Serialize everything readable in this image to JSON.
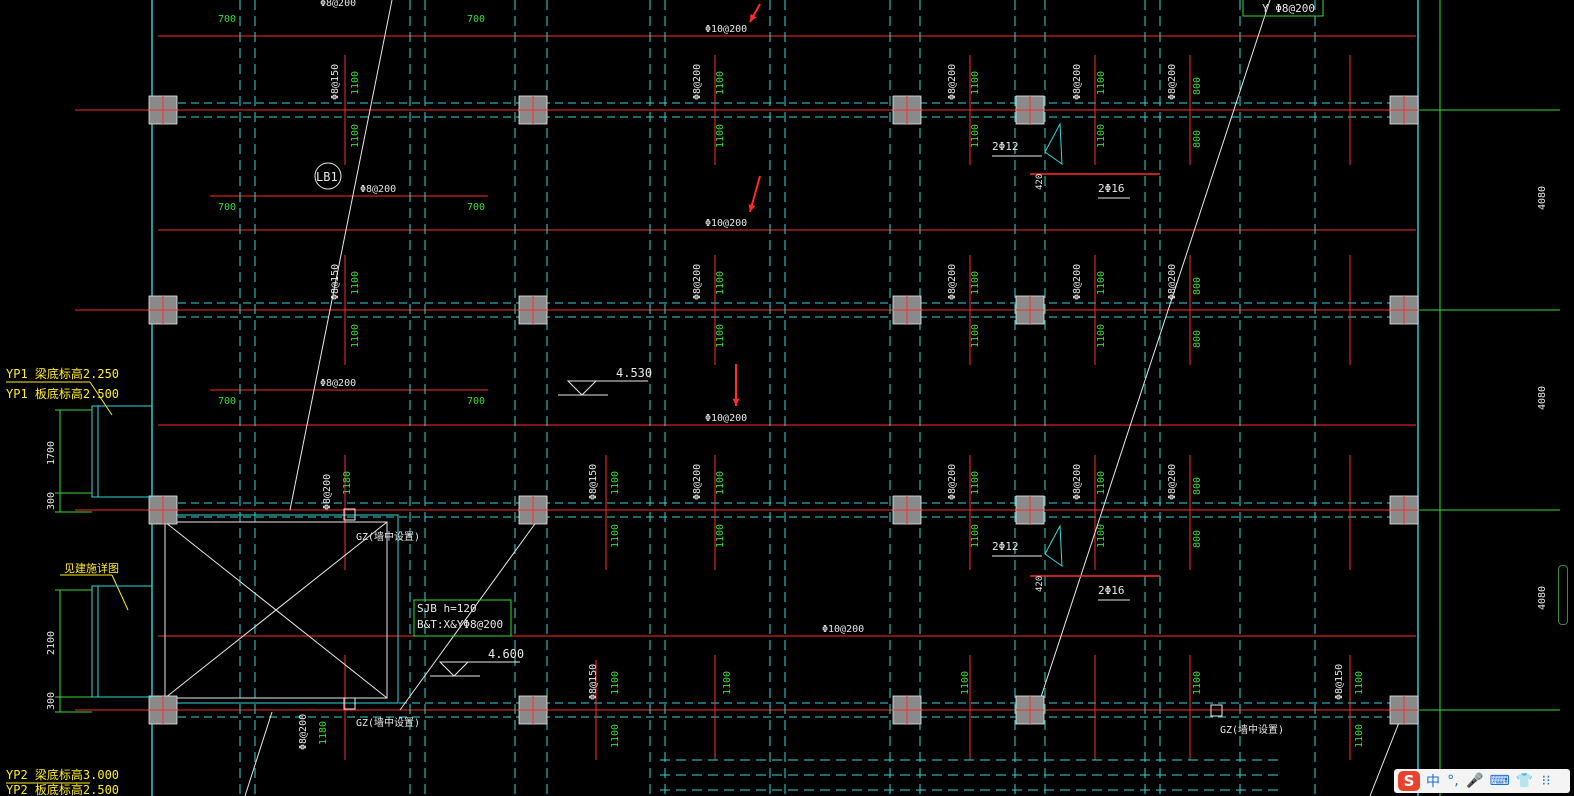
{
  "colors": {
    "background": "#000000",
    "red": "#ff2a2a",
    "cyan": "#2fd8d8",
    "green": "#33dd33",
    "white": "#e8e8e8",
    "yellow": "#ffee22",
    "column_fill": "#8a8a8a",
    "ime_accent": "#1d6fd8"
  },
  "labels": {
    "phi10_200": "Φ10@200",
    "phi8_200": "Φ8@200",
    "phi8_150": "Φ8@150",
    "dim_700": "700",
    "dim_1100": "1100",
    "dim_800": "800",
    "dim_1180": "1180",
    "dim_1700": "1700",
    "dim_300": "300",
    "dim_2100": "2100",
    "dim_4080": "4080",
    "two_phi12": "2Φ12",
    "two_phi16": "2Φ16",
    "dim_420": "420",
    "lb1": "LB1",
    "level_4530": "4.530",
    "level_4600": "4.600",
    "gz_label": "GZ(墙中设置)",
    "sjb_line1": "SJB h=120",
    "sjb_line2": "B&T:X&YΦ8@200",
    "yp1_a": "YP1 梁底标高2.250",
    "yp1_b": "YP1 板底标高2.500",
    "yp2_a": "YP2 梁底标高3.000",
    "yp2_b": "YP2 板底标高2.500",
    "window_note": "见建施详图",
    "top_right_label": "Y Φ8@200"
  },
  "ime": {
    "logo": "S",
    "mode": "中",
    "punct": "°,",
    "mic": "🎤",
    "keyboard": "⌨",
    "skin": "👕",
    "menu": "⁝⁝"
  }
}
